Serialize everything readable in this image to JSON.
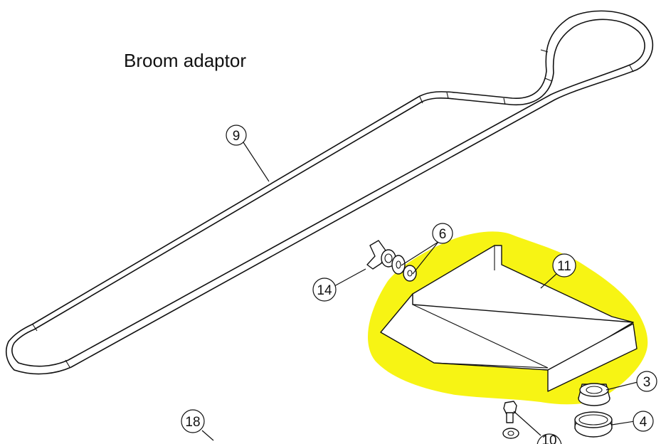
{
  "title": "Broom adaptor",
  "highlight_color": "#f7f414",
  "callouts": {
    "c9": "9",
    "c6": "6",
    "c11": "11",
    "c14": "14",
    "c3": "3",
    "c4": "4",
    "c18": "18",
    "c10": "10"
  }
}
